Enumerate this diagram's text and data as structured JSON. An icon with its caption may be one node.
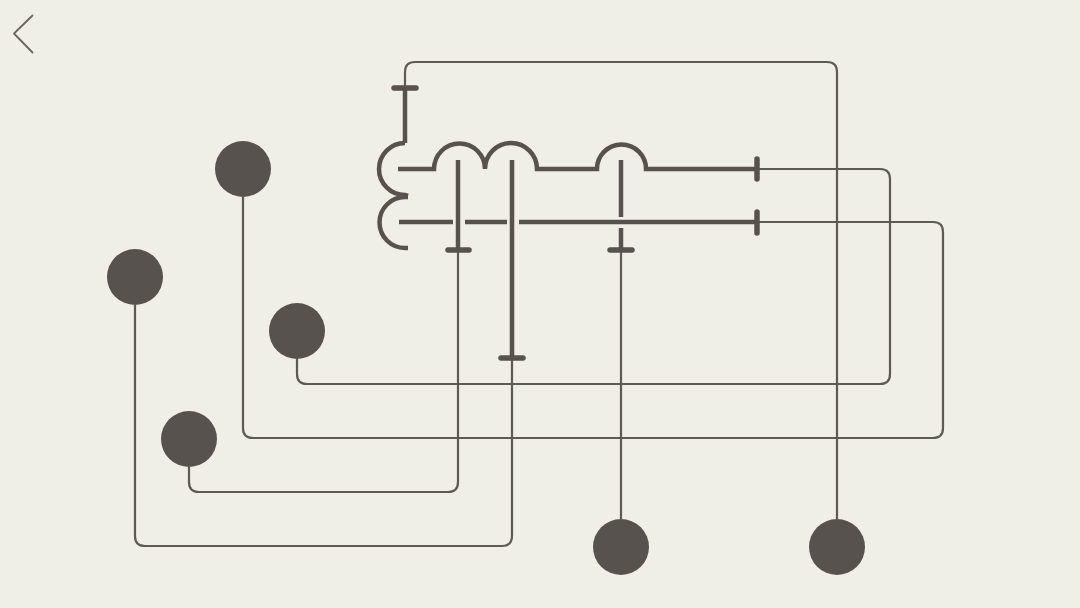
{
  "diagram": {
    "nodes": [
      {
        "text": [],
        "shape": "circle"
      },
      {
        "text": [],
        "shape": "circle"
      },
      {
        "text": [],
        "shape": "circle"
      },
      {
        "text": [],
        "shape": "circle"
      },
      {
        "text": [],
        "shape": "circle"
      },
      {
        "text": [],
        "shape": "circle"
      },
      {
        "text": [],
        "shape": "bar"
      },
      {
        "text": [],
        "shape": "bar"
      },
      {
        "text": [],
        "shape": "bar"
      },
      {
        "text": [],
        "shape": "bar"
      },
      {
        "text": [],
        "shape": "bar"
      },
      {
        "text": [],
        "shape": "bar"
      }
    ],
    "edges": [
      {
        "from": 0,
        "to": 8,
        "arrow": "none"
      },
      {
        "from": 1,
        "to": 10,
        "arrow": "none"
      },
      {
        "from": 2,
        "to": 7,
        "arrow": "none"
      },
      {
        "from": 3,
        "to": 9,
        "arrow": "none"
      },
      {
        "from": 4,
        "to": 11,
        "arrow": "none"
      },
      {
        "from": 5,
        "to": 6,
        "arrow": "none"
      }
    ]
  }
}
